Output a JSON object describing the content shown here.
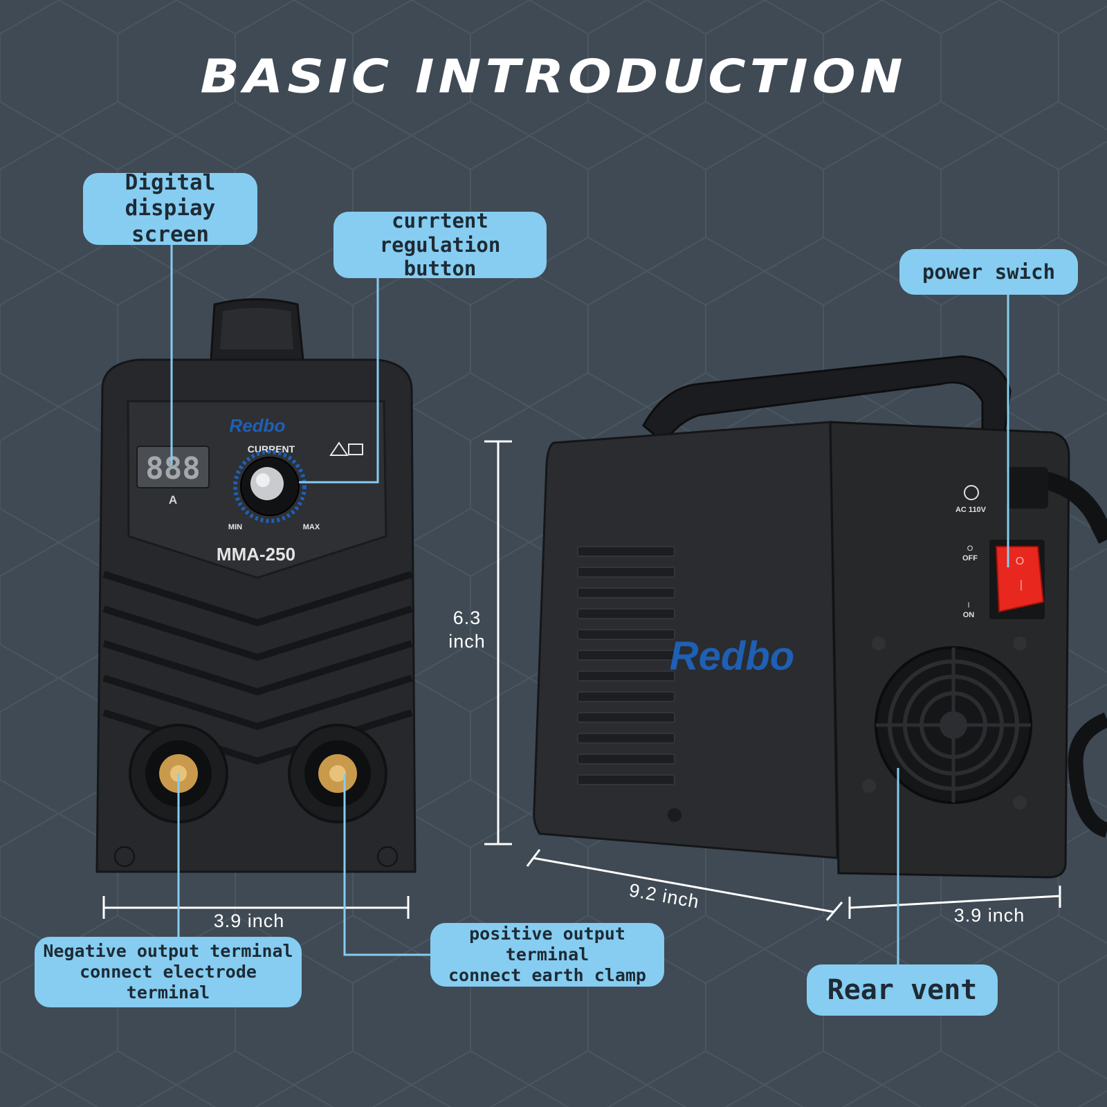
{
  "title": "BASIC INTRODUCTION",
  "callouts": {
    "display": {
      "line1": "Digital dispiay",
      "line2": "screen"
    },
    "knob": {
      "line1": "currtent regulation",
      "line2": "button"
    },
    "power": {
      "line1": "power swich"
    },
    "negative": {
      "line1": "Negative output terminal",
      "line2": "connect electrode terminal"
    },
    "positive": {
      "line1": "positive output terminal",
      "line2": "connect earth clamp"
    },
    "vent": {
      "line1": "Rear vent"
    }
  },
  "dimensions": {
    "height": {
      "value": "6.3",
      "unit": "inch"
    },
    "front_width": "3.9 inch",
    "depth": "9.2 inch",
    "rear_width": "3.9 inch"
  },
  "device": {
    "brand": "Redbo",
    "model": "MMA-250",
    "display_digits": "888",
    "display_unit": "A",
    "current_label": "CURRENT",
    "min_label": "MIN",
    "max_label": "MAX",
    "voltage_label": "AC 110V",
    "off_label": "OFF",
    "on_label": "ON",
    "off_symbol": "O",
    "on_symbol": "I"
  },
  "colors": {
    "background": "#3f4a54",
    "callout": "#86cdf1",
    "brand_blue": "#1f5fb5",
    "switch_red": "#e8271f"
  }
}
